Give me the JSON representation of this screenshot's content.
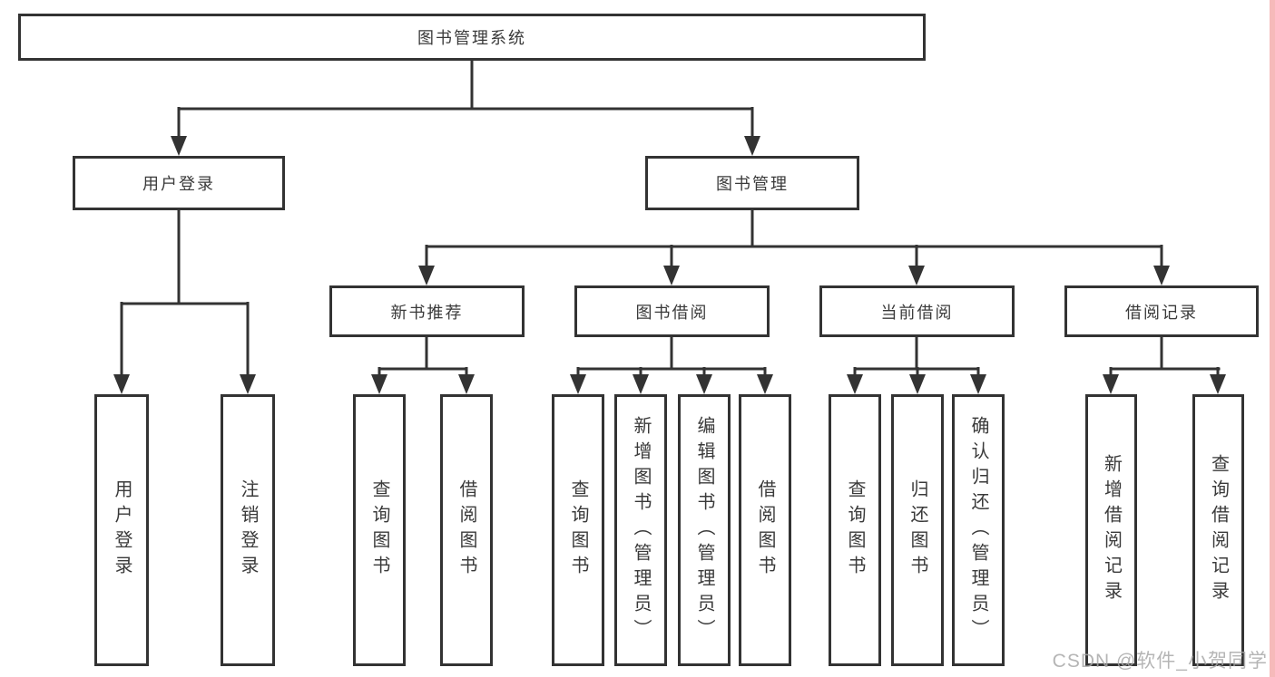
{
  "tree": {
    "root": {
      "label": "图书管理系统",
      "children": [
        {
          "label": "用户登录",
          "children": [
            {
              "label": "用户登录"
            },
            {
              "label": "注销登录"
            }
          ]
        },
        {
          "label": "图书管理",
          "children": [
            {
              "label": "新书推荐",
              "children": [
                {
                  "label": "查询图书"
                },
                {
                  "label": "借阅图书"
                }
              ]
            },
            {
              "label": "图书借阅",
              "children": [
                {
                  "label": "查询图书"
                },
                {
                  "label": "新增图书（管理员）"
                },
                {
                  "label": "编辑图书（管理员）"
                },
                {
                  "label": "借阅图书"
                }
              ]
            },
            {
              "label": "当前借阅",
              "children": [
                {
                  "label": "查询图书"
                },
                {
                  "label": "归还图书"
                },
                {
                  "label": "确认归还（管理员）"
                }
              ]
            },
            {
              "label": "借阅记录",
              "children": [
                {
                  "label": "新增借阅记录"
                },
                {
                  "label": "查询借阅记录"
                }
              ]
            }
          ]
        }
      ]
    }
  },
  "watermark": {
    "text": "CSDN @软件_小贺同学"
  },
  "colors": {
    "line": "#333333",
    "box_border": "#333333",
    "box_background": "#ffffff",
    "text": "#3a3a3a",
    "watermark": "#a8a8a8",
    "right_edge_strip": "#f6baba"
  }
}
